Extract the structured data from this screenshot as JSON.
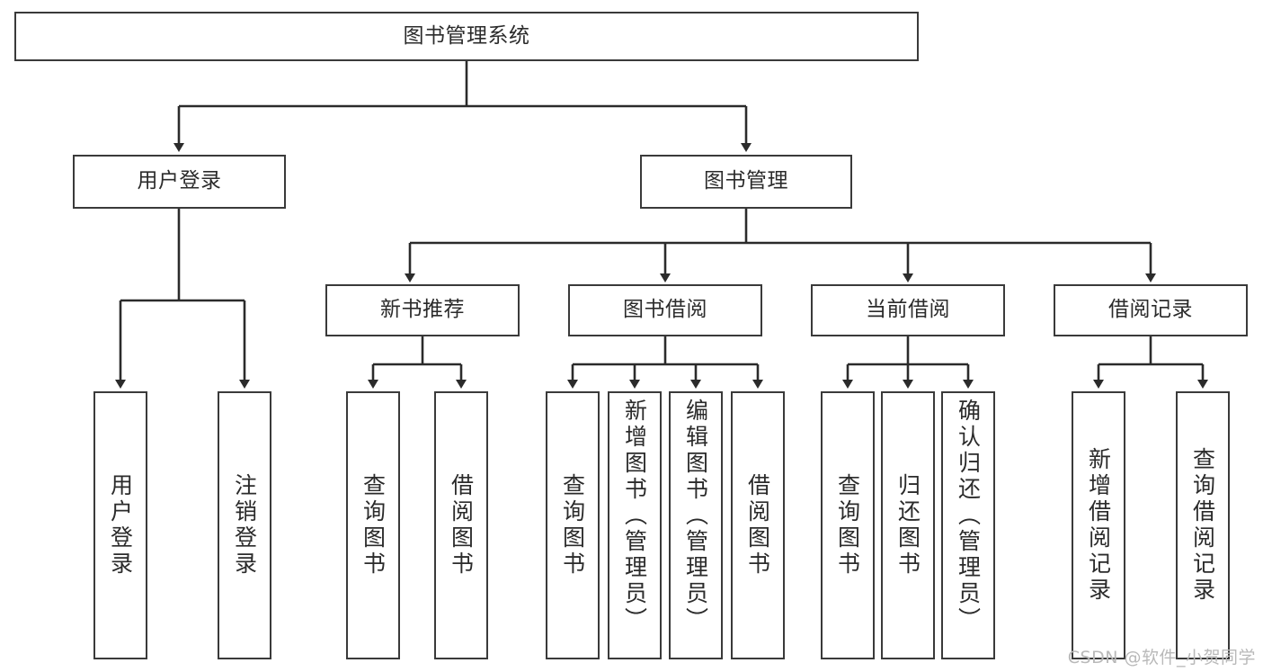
{
  "diagram": {
    "title": "图书管理系统",
    "type": "tree",
    "watermark": "CSDN @软件_小贺同学",
    "colors": {
      "box_border": "#3a3a3a",
      "box_fill": "#ffffff",
      "edge": "#2b2b2b",
      "text": "#2b2b2b",
      "watermark": "#b9b9b9"
    },
    "nodes": {
      "root": {
        "label": "图书管理系统"
      },
      "level2": [
        {
          "id": "user_login",
          "label": "用户登录"
        },
        {
          "id": "book_manage",
          "label": "图书管理"
        }
      ],
      "level3": [
        {
          "id": "new_book_rec",
          "label": "新书推荐"
        },
        {
          "id": "book_borrow",
          "label": "图书借阅"
        },
        {
          "id": "current_borrow",
          "label": "当前借阅"
        },
        {
          "id": "borrow_record",
          "label": "借阅记录"
        }
      ],
      "leaves": {
        "user_login": [
          {
            "id": "leaf_user_login",
            "label": "用户登录"
          },
          {
            "id": "leaf_logout",
            "label": "注销登录"
          }
        ],
        "new_book_rec": [
          {
            "id": "leaf_query_book_1",
            "label": "查询图书"
          },
          {
            "id": "leaf_borrow_book_1",
            "label": "借阅图书"
          }
        ],
        "book_borrow": [
          {
            "id": "leaf_query_book_2",
            "label": "查询图书"
          },
          {
            "id": "leaf_add_book",
            "label": "新增图书（管理员）"
          },
          {
            "id": "leaf_edit_book",
            "label": "编辑图书（管理员）"
          },
          {
            "id": "leaf_borrow_book_2",
            "label": "借阅图书"
          }
        ],
        "current_borrow": [
          {
            "id": "leaf_query_book_3",
            "label": "查询图书"
          },
          {
            "id": "leaf_return_book",
            "label": "归还图书"
          },
          {
            "id": "leaf_confirm_return",
            "label": "确认归还（管理员）"
          }
        ],
        "borrow_record": [
          {
            "id": "leaf_add_record",
            "label": "新增借阅记录"
          },
          {
            "id": "leaf_query_record",
            "label": "查询借阅记录"
          }
        ]
      }
    }
  }
}
